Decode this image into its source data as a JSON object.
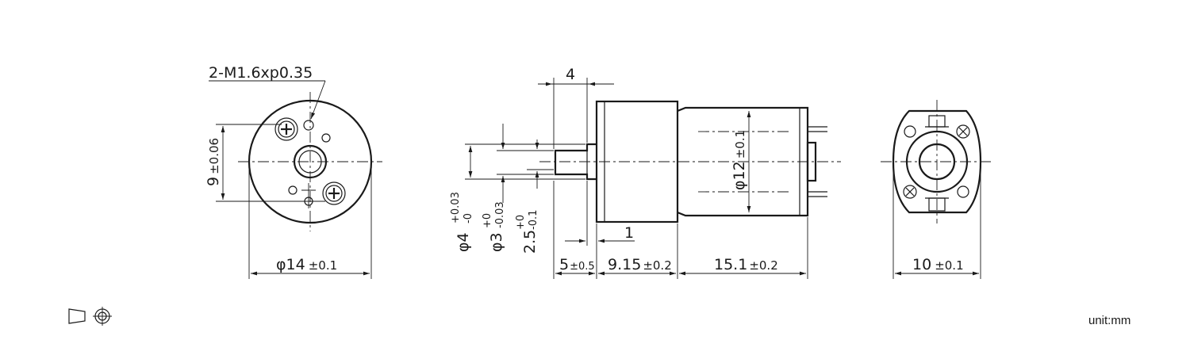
{
  "front_view": {
    "thread_callout": "2-M1.6xp0.35",
    "dim_pitch": "9",
    "dim_pitch_tol": "±0.06",
    "dim_diameter": "φ14",
    "dim_diameter_tol": "±0.1"
  },
  "side_view": {
    "dim_shaft_flat": "4",
    "dim_collar": "1",
    "dim_shaft_d4": "φ4",
    "dim_shaft_d4_tol_upper": "+0.03",
    "dim_shaft_d4_tol_lower": "-0",
    "dim_shaft_d3": "φ3",
    "dim_shaft_d3_tol_upper": "+0",
    "dim_shaft_d3_tol_lower": "-0.03",
    "dim_flat_2_5": "2.5",
    "dim_flat_tol_upper": "+0",
    "dim_flat_tol_lower": "-0.1",
    "dim_motor_d12": "φ12",
    "dim_motor_d12_tol": "±0.1",
    "len_shaft": "5",
    "len_shaft_tol": "±0.5",
    "len_gearbox": "9.15",
    "len_gearbox_tol": "±0.2",
    "len_motor": "15.1",
    "len_motor_tol": "±0.2"
  },
  "rear_view": {
    "dim_width": "10",
    "dim_width_tol": "±0.1"
  },
  "footer": {
    "unit_label": "unit:mm"
  },
  "icons": [
    "third-angle-projection-cone-icon",
    "third-angle-projection-circles-icon"
  ]
}
